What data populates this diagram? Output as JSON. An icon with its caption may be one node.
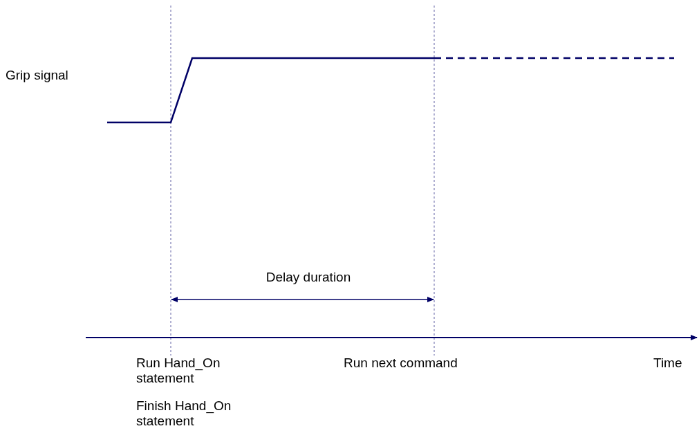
{
  "diagram": {
    "labels": [
      "Grip signal",
      "Delay duration",
      "Run Hand_On statement",
      "Run next command",
      "Time",
      "Finish Hand_On statement"
    ]
  }
}
